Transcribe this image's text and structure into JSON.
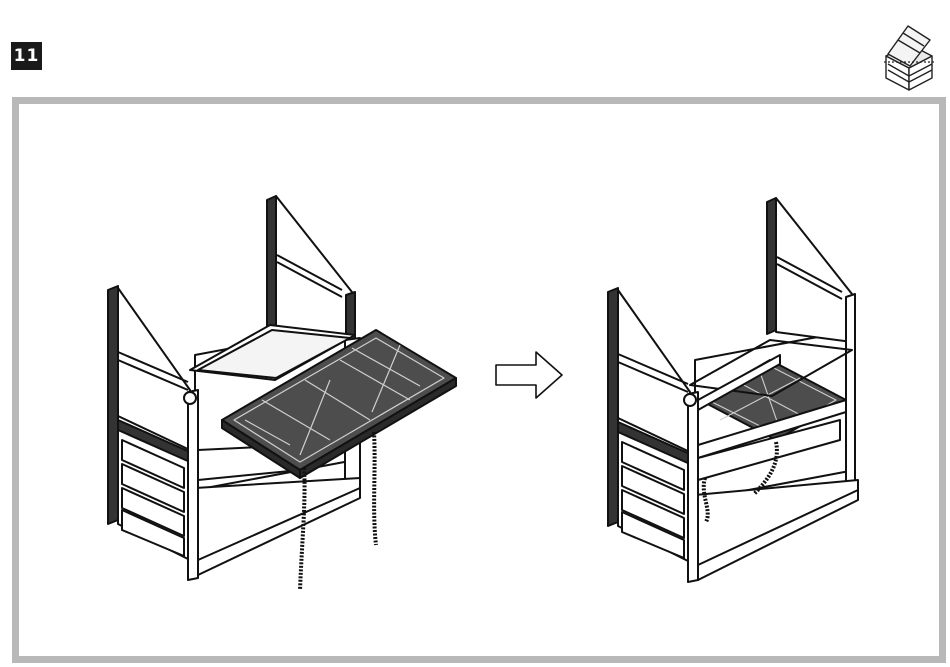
{
  "step": {
    "number": "11"
  },
  "icons": {
    "product": "cold-frame-product-icon",
    "arrow": "next-step-arrow-icon"
  },
  "illustration": {
    "before": "cold-frame-with-tray-being-inserted",
    "after": "cold-frame-with-tray-installed"
  },
  "colors": {
    "frame_border": "#b8b8b8",
    "badge_background": "#1a1a1a",
    "tray_fill": "#4d4d4d",
    "line": "#111111"
  }
}
